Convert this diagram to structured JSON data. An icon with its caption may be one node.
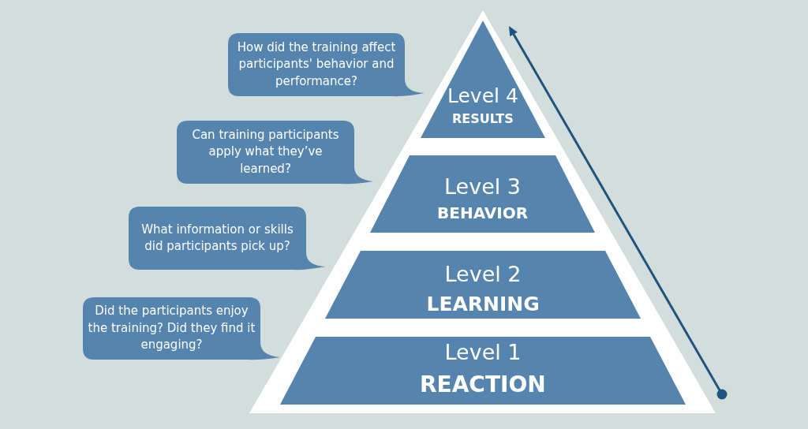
{
  "diagram": {
    "nodes": [
      {
        "text": [
          "How did the training affect participants' behavior and performance?"
        ]
      },
      {
        "text": [
          "Level 4",
          "RESULTS"
        ]
      },
      {
        "text": [
          "Can training participants apply what they’ve learned?"
        ]
      },
      {
        "text": [
          "Level 3",
          "BEHAVIOR"
        ]
      },
      {
        "text": [
          "What information or skills did participants pick up?"
        ]
      },
      {
        "text": [
          "Level 2",
          "LEARNING"
        ]
      },
      {
        "text": [
          "Did the participants enjoy the training? Did they find it engaging?"
        ]
      },
      {
        "text": [
          "Level 1",
          "REACTION"
        ]
      }
    ]
  }
}
